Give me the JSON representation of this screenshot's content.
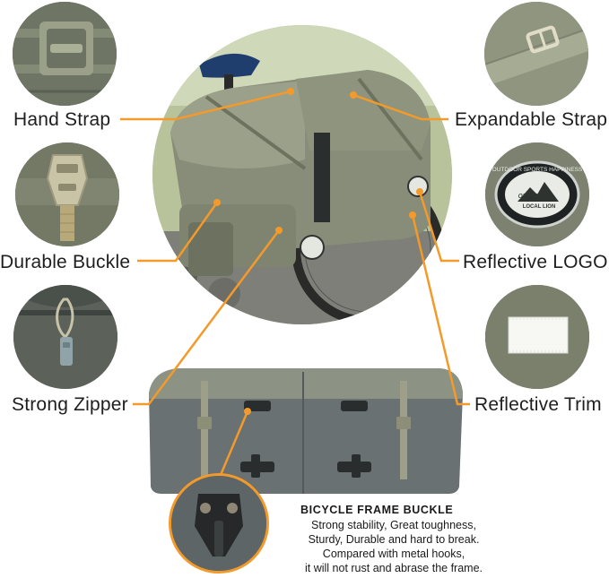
{
  "features": {
    "hand_strap": "Hand Strap",
    "expandable_strap": "Expandable Strap",
    "durable_buckle": "Durable Buckle",
    "reflective_logo": "Reflective LOGO",
    "strong_zipper": "Strong Zipper",
    "reflective_trim": "Reflective Trim"
  },
  "logo_patch": {
    "top_text": "OUTDOOR SPORTS HAPPINESS",
    "brand_line1": "outdoor",
    "brand_line2": "LOCAL LION"
  },
  "frame_buckle": {
    "title": "BICYCLE FRAME BUCKLE",
    "lines": [
      "Strong stability, Great toughness,",
      "Sturdy, Durable and hard to break.",
      "Compared with metal hooks,",
      "it will not rust and abrase the frame."
    ]
  },
  "colors": {
    "accent": "#f39a2b",
    "bag_green": "#7c8470",
    "bag_gray": "#5f6667"
  }
}
